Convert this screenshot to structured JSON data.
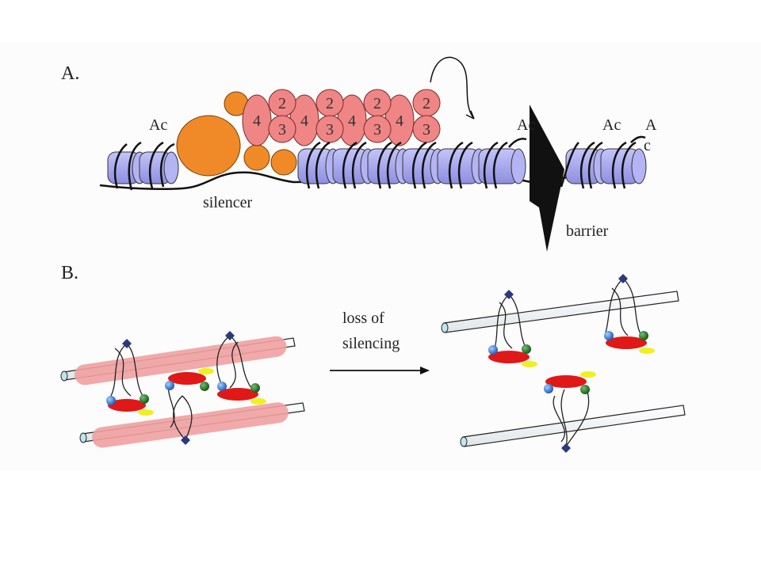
{
  "panel_a": {
    "label": "A.",
    "ac_left": "Ac",
    "ac_mid": "Ac",
    "ac_right": "Ac",
    "ac_far_a": "A",
    "ac_far_c": "c",
    "silencer_label": "silencer",
    "barrier_label": "barrier",
    "sir_top": [
      "2",
      "2",
      "2",
      "2"
    ],
    "sir_mid": [
      "4",
      "4",
      "4",
      "4"
    ],
    "sir_bottom": [
      "3",
      "3",
      "3",
      "3"
    ]
  },
  "panel_b": {
    "label": "B.",
    "arrow_label_line1": "loss of",
    "arrow_label_line2": "silencing"
  },
  "colors": {
    "nucleosome": "#a8a8f0",
    "sir_protein": "#ef8585",
    "orc_orange": "#f08a28",
    "silencing_pink": "#f0a0a0",
    "red_oval": "#e01818",
    "yellow": "#f0f020",
    "green": "#207020",
    "blue": "#2a70d0"
  }
}
